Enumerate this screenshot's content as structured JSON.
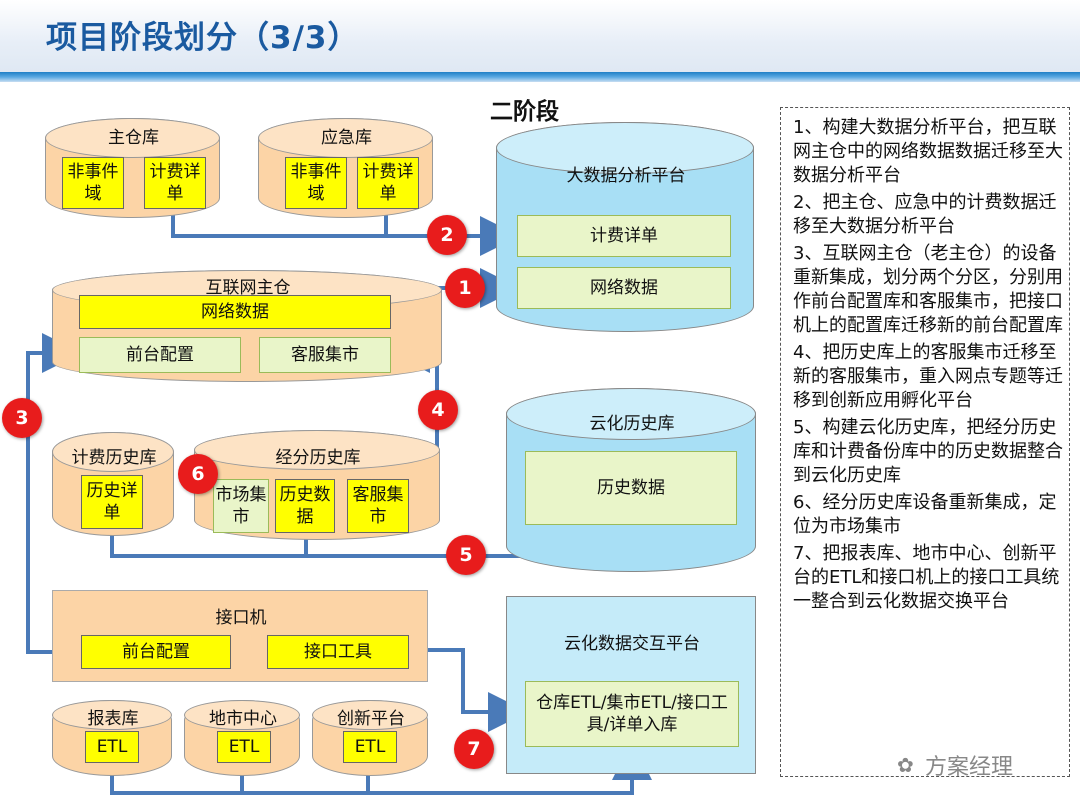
{
  "title": "项目阶段划分（3/3）",
  "stage": "二阶段",
  "main_warehouse": {
    "label": "主仓库",
    "items": [
      "非事件域",
      "计费详单"
    ]
  },
  "emergency_warehouse": {
    "label": "应急库",
    "items": [
      "非事件域",
      "计费详单"
    ]
  },
  "internet_main": {
    "label": "互联网主仓",
    "network_data": "网络数据",
    "front_config": "前台配置",
    "cs_mart": "客服集市"
  },
  "billing_history": {
    "label": "计费历史库",
    "item": "历史详单"
  },
  "bizanalysis_history": {
    "label": "经分历史库",
    "items": [
      "市场集市",
      "历史数据",
      "客服集市"
    ]
  },
  "interface_machine": {
    "label": "接口机",
    "front_config": "前台配置",
    "interface_tool": "接口工具"
  },
  "report_db": {
    "label": "报表库",
    "item": "ETL"
  },
  "city_center": {
    "label": "地市中心",
    "item": "ETL"
  },
  "innovation_platform": {
    "label": "创新平台",
    "item": "ETL"
  },
  "bigdata_platform": {
    "label": "大数据分析平台",
    "items": [
      "计费详单",
      "网络数据"
    ]
  },
  "cloud_history": {
    "label": "云化历史库",
    "item": "历史数据"
  },
  "cloud_exchange": {
    "label": "云化数据交互平台",
    "item": "仓库ETL/集市ETL/接口工具/详单入库"
  },
  "badges": [
    "1",
    "2",
    "3",
    "4",
    "5",
    "6",
    "7"
  ],
  "notes": [
    "1、构建大数据分析平台，把互联网主仓中的网络数据数据迁移至大数据分析平台",
    "2、把主仓、应急中的计费数据迁移至大数据分析平台",
    "3、互联网主仓（老主仓）的设备重新集成，划分两个分区，分别用作前台配置库和客服集市，把接口机上的配置库迁移新的前台配置库",
    "4、把历史库上的客服集市迁移至新的客服集市，重入网点专题等迁移到创新应用孵化平台",
    "5、构建云化历史库，把经分历史库和计费备份库中的历史数据整合到云化历史库",
    "6、经分历史库设备重新集成，定位为市场集市",
    "7、把报表库、地市中心、创新平台的ETL和接口机上的接口工具统一整合到云化数据交换平台"
  ],
  "watermark": "方案经理",
  "colors": {
    "title": "#1a5aa0",
    "arrow": "#4a7ab8",
    "badge": "#e81c1c",
    "yellow": "#ffff00",
    "orange": "#fcd4a6",
    "cyan": "#a8dff5"
  }
}
